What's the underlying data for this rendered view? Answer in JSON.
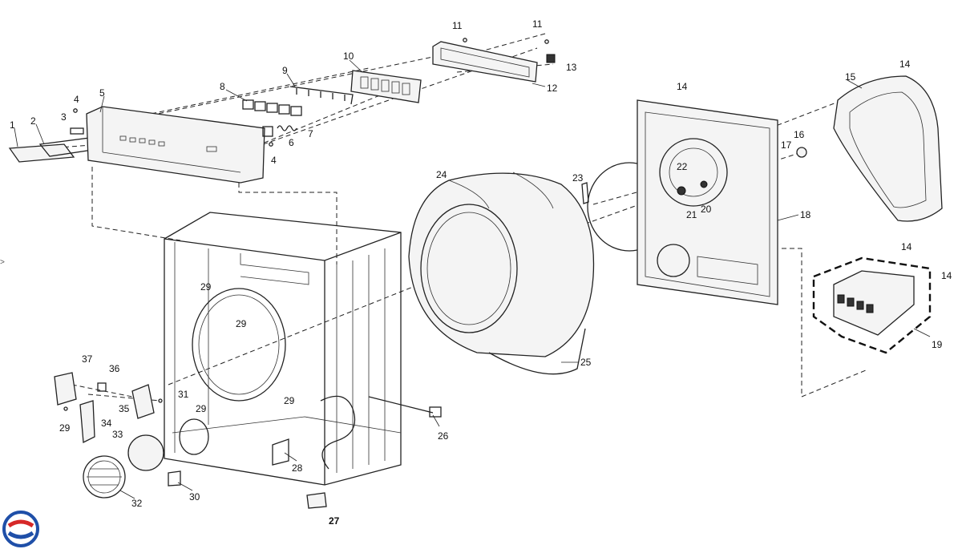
{
  "diagram": {
    "part_labels": [
      {
        "id": "p1",
        "text": "1"
      },
      {
        "id": "p2",
        "text": "2"
      },
      {
        "id": "p3",
        "text": "3"
      },
      {
        "id": "p4a",
        "text": "4"
      },
      {
        "id": "p4b",
        "text": "4"
      },
      {
        "id": "p5",
        "text": "5"
      },
      {
        "id": "p6",
        "text": "6"
      },
      {
        "id": "p7",
        "text": "7"
      },
      {
        "id": "p8",
        "text": "8"
      },
      {
        "id": "p9",
        "text": "9"
      },
      {
        "id": "p10",
        "text": "10"
      },
      {
        "id": "p11a",
        "text": "11"
      },
      {
        "id": "p11b",
        "text": "11"
      },
      {
        "id": "p12",
        "text": "12"
      },
      {
        "id": "p13",
        "text": "13"
      },
      {
        "id": "p14a",
        "text": "14"
      },
      {
        "id": "p14b",
        "text": "14"
      },
      {
        "id": "p14c",
        "text": "14"
      },
      {
        "id": "p14d",
        "text": "14"
      },
      {
        "id": "p15",
        "text": "15"
      },
      {
        "id": "p16",
        "text": "16"
      },
      {
        "id": "p17",
        "text": "17"
      },
      {
        "id": "p18",
        "text": "18"
      },
      {
        "id": "p19",
        "text": "19"
      },
      {
        "id": "p20",
        "text": "20"
      },
      {
        "id": "p21",
        "text": "21"
      },
      {
        "id": "p22",
        "text": "22"
      },
      {
        "id": "p23",
        "text": "23"
      },
      {
        "id": "p24",
        "text": "24"
      },
      {
        "id": "p25",
        "text": "25"
      },
      {
        "id": "p26",
        "text": "26"
      },
      {
        "id": "p27",
        "text": "27"
      },
      {
        "id": "p28",
        "text": "28"
      },
      {
        "id": "p29a",
        "text": "29"
      },
      {
        "id": "p29b",
        "text": "29"
      },
      {
        "id": "p29c",
        "text": "29"
      },
      {
        "id": "p29d",
        "text": "29"
      },
      {
        "id": "p29e",
        "text": "29"
      },
      {
        "id": "p30",
        "text": "30"
      },
      {
        "id": "p31",
        "text": "31"
      },
      {
        "id": "p32",
        "text": "32"
      },
      {
        "id": "p33",
        "text": "33"
      },
      {
        "id": "p34",
        "text": "34"
      },
      {
        "id": "p35",
        "text": "35"
      },
      {
        "id": "p36",
        "text": "36"
      },
      {
        "id": "p37",
        "text": "37"
      }
    ]
  },
  "logo": {
    "icon": "brand-logo-icon",
    "colors": [
      "#1f4fa8",
      "#d62828"
    ]
  },
  "edge_marker": ">"
}
